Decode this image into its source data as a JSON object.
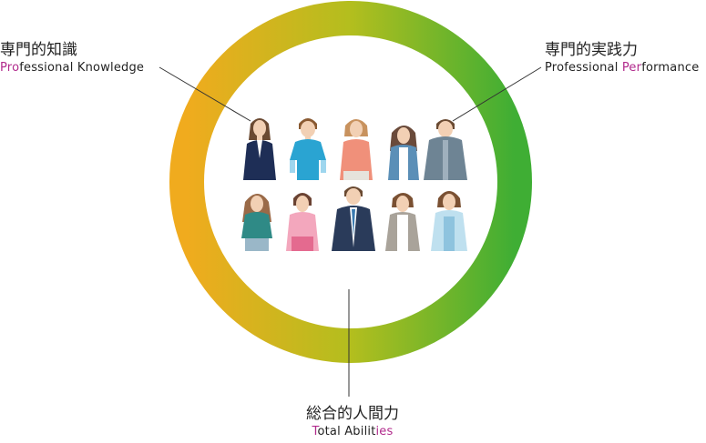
{
  "colors": {
    "ring_start": "#f0ab1e",
    "ring_mid": "#b3be1e",
    "ring_end": "#3fae34",
    "accent_text": "#b12a8c"
  },
  "labels": {
    "top_left": {
      "jp": "専門的知識",
      "en_parts": [
        "Pro",
        "fessional Knowledge"
      ]
    },
    "top_right": {
      "jp": "専門的実践力",
      "en_parts": [
        "Professional ",
        "Per",
        "formance"
      ]
    },
    "bottom": {
      "jp": "総合的人間力",
      "en_parts": [
        "T",
        "otal Abilit",
        "ies"
      ]
    }
  },
  "people": [
    {
      "name": "woman-navy-suit-icon"
    },
    {
      "name": "man-blue-tshirt-icon"
    },
    {
      "name": "woman-salmon-top-icon"
    },
    {
      "name": "woman-denim-vest-icon"
    },
    {
      "name": "man-gray-coat-icon"
    },
    {
      "name": "woman-teal-blouse-icon"
    },
    {
      "name": "woman-pink-dress-icon"
    },
    {
      "name": "man-navy-suit-tie-icon"
    },
    {
      "name": "woman-gray-cardigan-icon"
    },
    {
      "name": "woman-light-blue-shirt-icon"
    }
  ]
}
